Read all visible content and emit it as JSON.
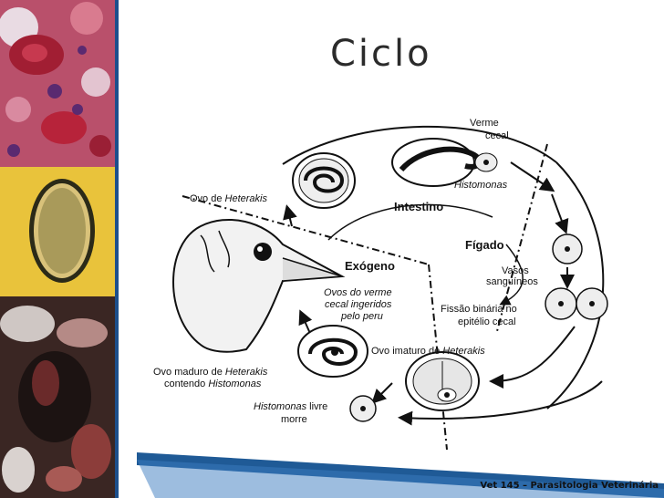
{
  "slide": {
    "title": "Ciclo",
    "footer": "Vet 145 – Parasitologia Veterinária"
  },
  "diagram": {
    "labels": {
      "verme": "Verme",
      "cecal": "cecal",
      "histomonas_top": "Histomonas",
      "ovo_de": "Ovo de ",
      "heterakis": "Heterakis",
      "intestino": "Intestino",
      "figado": "Fígado",
      "vasos": "Vasos",
      "sanguineos": "sanguíneos",
      "exogeno": "Exógeno",
      "ovos_line1": "Ovos do verme",
      "ovos_line2": "cecal ingeridos",
      "ovos_line3": "pelo peru",
      "fissao_line1": "Fissão binária no",
      "fissao_line2": "epitélio cecal",
      "ovo_imaturo": "Ovo imaturo de ",
      "heterakis2": "Heterakis",
      "ovo_maduro": "Ovo maduro de ",
      "heterakis3": "Heterakis",
      "contendo": "contendo ",
      "histomonas_mid": "Histomonas",
      "histomonas_livre": "Histomonas",
      "livre": " livre",
      "morre": "morre"
    }
  }
}
